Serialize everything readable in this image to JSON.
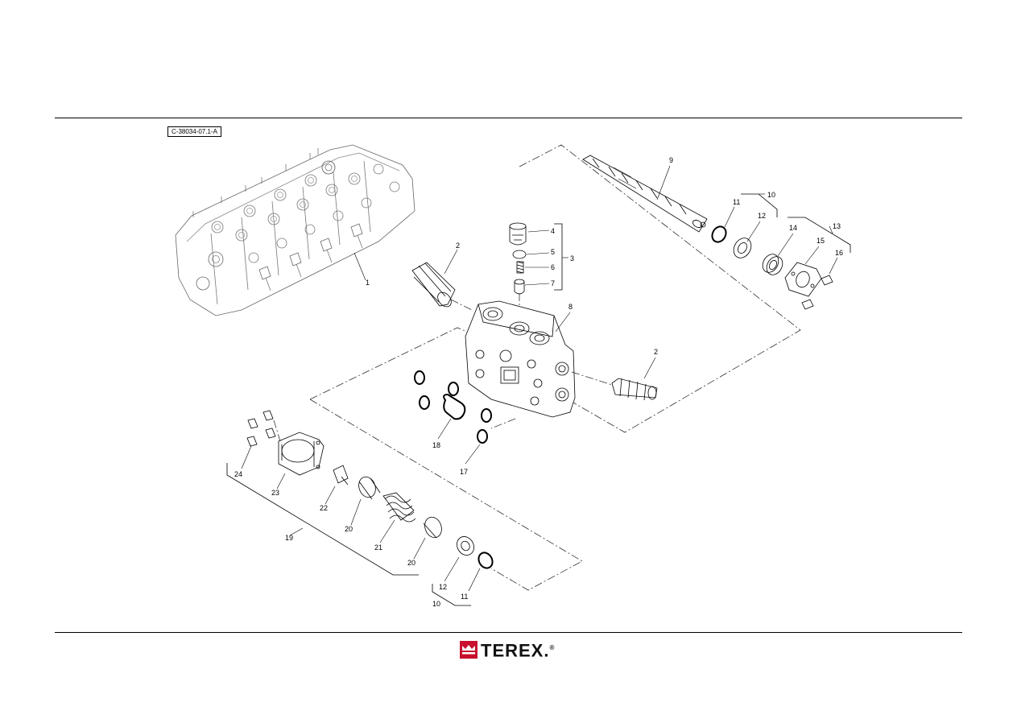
{
  "figure_id": "C-38034-07.1-A",
  "callouts": [
    {
      "id": "c1",
      "text": "1"
    },
    {
      "id": "c2a",
      "text": "2"
    },
    {
      "id": "c2b",
      "text": "2"
    },
    {
      "id": "c3",
      "text": "3"
    },
    {
      "id": "c4",
      "text": "4"
    },
    {
      "id": "c5",
      "text": "5"
    },
    {
      "id": "c6",
      "text": "6"
    },
    {
      "id": "c7",
      "text": "7"
    },
    {
      "id": "c8",
      "text": "8"
    },
    {
      "id": "c9",
      "text": "9"
    },
    {
      "id": "c10a",
      "text": "10"
    },
    {
      "id": "c10b",
      "text": "10"
    },
    {
      "id": "c11a",
      "text": "11"
    },
    {
      "id": "c11b",
      "text": "11"
    },
    {
      "id": "c12a",
      "text": "12"
    },
    {
      "id": "c12b",
      "text": "12"
    },
    {
      "id": "c13",
      "text": "13"
    },
    {
      "id": "c14",
      "text": "14"
    },
    {
      "id": "c15",
      "text": "15"
    },
    {
      "id": "c16",
      "text": "16"
    },
    {
      "id": "c17",
      "text": "17"
    },
    {
      "id": "c18",
      "text": "18"
    },
    {
      "id": "c19",
      "text": "19"
    },
    {
      "id": "c20a",
      "text": "20"
    },
    {
      "id": "c20b",
      "text": "20"
    },
    {
      "id": "c21",
      "text": "21"
    },
    {
      "id": "c22",
      "text": "22"
    },
    {
      "id": "c23",
      "text": "23"
    },
    {
      "id": "c24",
      "text": "24"
    }
  ],
  "brand": {
    "name": "TEREX",
    "suffix": ".",
    "registered": "®",
    "logo_color": "#c8102e"
  }
}
